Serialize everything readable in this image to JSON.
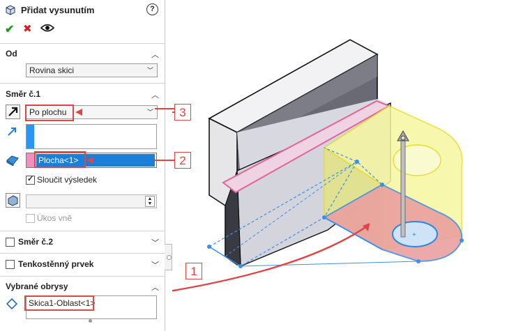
{
  "panel": {
    "title": "Přidat vysunutím",
    "help": "?",
    "ok": "✔",
    "cancel": "✖",
    "preview": "👁"
  },
  "od": {
    "header": "Od",
    "value": "Rovina skici"
  },
  "smer1": {
    "header": "Směr č.1",
    "end_condition": "Po plochu",
    "face": "Plocha<1>",
    "merge_label": "Sloučit výsledek",
    "draft_label": "Úkos vně"
  },
  "smer2": {
    "header": "Směr č.2"
  },
  "thin": {
    "header": "Tenkostěnný prvek"
  },
  "contours": {
    "header": "Vybrané obrysy",
    "item": "Skica1-Oblast<1>"
  },
  "callouts": {
    "one": "1",
    "two": "2",
    "three": "3"
  },
  "colors": {
    "accent": "#1e8fe6",
    "callout": "#e04545",
    "face_highlight": "#f4a6c0",
    "preview": "#f4f48a"
  }
}
